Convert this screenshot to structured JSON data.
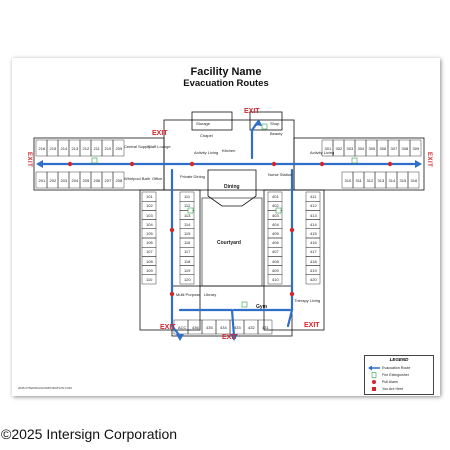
{
  "title": "Facility Name",
  "subtitle": "Evacuation Routes",
  "exit_label": "EXIT",
  "rooms": {
    "storage": "Storage",
    "chapel": "Chapel",
    "kitchen": "Kitchen",
    "activity_living_nw": "Activity Living",
    "activity_living_ne": "Activity Living",
    "central_supply": "Central Supply",
    "staff_lounge": "Staff Lounge",
    "dining": "Dining",
    "private_dining": "Private Dining",
    "whirlpool_bath": "Whirlpool Bath",
    "office": "Office",
    "courtyard": "Courtyard",
    "multi_purpose": "Multi Purpose",
    "library": "Library",
    "gym": "Gym",
    "therapy_living": "Therapy Living",
    "shop": "Shop",
    "beauty": "Beauty",
    "nurse_station": "Nurse Station"
  },
  "room_numbers": {
    "west_top": [
      "216",
      "215",
      "214",
      "213",
      "212",
      "211",
      "210",
      "209"
    ],
    "west_bottom": [
      "201",
      "202",
      "203",
      "204",
      "205",
      "206",
      "207",
      "208"
    ],
    "east_top": [
      "301",
      "302",
      "303",
      "304",
      "305",
      "306",
      "307",
      "308",
      "309"
    ],
    "east_bottom": [
      "310",
      "311",
      "312",
      "313",
      "314",
      "315",
      "316"
    ],
    "left_col": [
      "101",
      "102",
      "103",
      "104",
      "105",
      "106",
      "107",
      "108",
      "109",
      "110",
      "111",
      "112",
      "113",
      "114",
      "115",
      "116",
      "117",
      "118",
      "119",
      "120"
    ],
    "right_col": [
      "401",
      "402",
      "403",
      "404",
      "405",
      "406",
      "407",
      "408",
      "409",
      "410",
      "411",
      "412",
      "413",
      "414",
      "415",
      "416",
      "417",
      "418",
      "419",
      "420"
    ],
    "bottom_row": [
      "ACC",
      "436",
      "435",
      "434",
      "433",
      "432",
      "431"
    ]
  },
  "legend": {
    "title": "LEGEND",
    "items": [
      {
        "label": "Evacuation Route"
      },
      {
        "label": "Fire Extinguisher"
      },
      {
        "label": "Pull Alarm"
      },
      {
        "label": "You Are Here"
      }
    ]
  },
  "fineprint": "2025 INTERSIGNCORPORATION.COM",
  "copyright": "©2025 Intersign Corporation",
  "colors": {
    "route": "#2f6fc9",
    "exit": "#d0262c",
    "alarm": "#d0262c",
    "extinguisher": "#2e9e44",
    "wall": "#111111"
  }
}
